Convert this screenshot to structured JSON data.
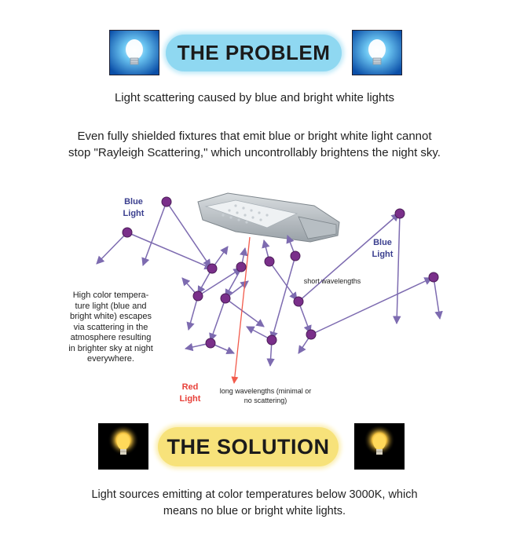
{
  "header": {
    "title": "THE PROBLEM",
    "subtitle": "Light scattering caused by blue and bright white lights",
    "paragraph_line1": "Even fully shielded fixtures that emit blue or bright white light cannot",
    "paragraph_line2": "stop \"Rayleigh Scattering,\" which uncontrollably brightens the night sky."
  },
  "diagram": {
    "blue_light_left": [
      "Blue",
      "Light"
    ],
    "blue_light_right": [
      "Blue",
      "Light"
    ],
    "red_light": [
      "Red",
      "Light"
    ],
    "short_wavelengths": "short wavelengths",
    "long_wavelengths_line1": "long wavelengths (minimal or",
    "long_wavelengths_line2": "no scattering)",
    "description": [
      "High color tempera-",
      "ture light (blue and",
      "bright white) escapes",
      "via scattering in the",
      "atmosphere resulting",
      "in brighter sky at night",
      "everywhere."
    ],
    "colors": {
      "node": "#7a2f8a",
      "arrow": "#7d6bb0",
      "red_ray": "#f25b4c",
      "blue_label": "#3b3f8f"
    }
  },
  "solution": {
    "title": "THE SOLUTION",
    "line1": "Light sources emitting at color temperatures below 3000K, which",
    "line2": "means no blue or bright white lights."
  },
  "icons": {
    "problem_icons": "glowing-blue-lightbulb-icon",
    "solution_icons": "warm-yellow-lightbulb-icon",
    "fixture": "street-light-fixture"
  }
}
